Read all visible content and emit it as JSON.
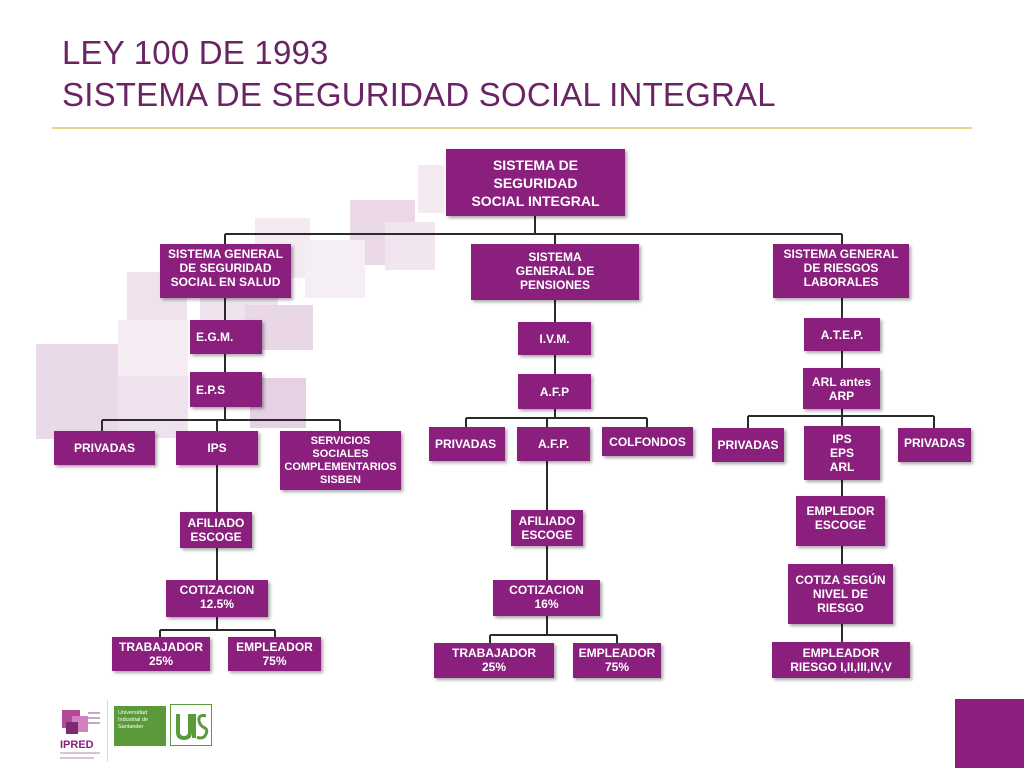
{
  "slide": {
    "title_line1": "LEY 100 DE 1993",
    "title_line2": "SISTEMA DE SEGURIDAD SOCIAL INTEGRAL"
  },
  "colors": {
    "accent": "#8a1f7e",
    "title": "#6a2464",
    "rule": "#e6d38b",
    "deco": "#e8d5e6"
  },
  "diagram": {
    "root": "SISTEMA DE\nSEGURIDAD\nSOCIAL INTEGRAL",
    "salud": {
      "header": "SISTEMA GENERAL\nDE SEGURIDAD\nSOCIAL EN SALUD",
      "egm": "E.G.M.",
      "eps": "E.P.S",
      "privadas": "PRIVADAS",
      "ips": "IPS",
      "servicios": "SERVICIOS\nSOCIALES\nCOMPLEMENTARIOS\nSISBEN",
      "afiliado": "AFILIADO\nESCOGE",
      "cotizacion": "COTIZACION\n12.5%",
      "trabajador": "TRABAJADOR\n25%",
      "empleador": "EMPLEADOR\n75%"
    },
    "pensiones": {
      "header": "SISTEMA\nGENERAL  DE\nPENSIONES",
      "ivm": "I.V.M.",
      "afp": "A.F.P",
      "privadas": "PRIVADAS",
      "afp2": "A.F.P.",
      "colfondos": "COLFONDOS",
      "afiliado": "AFILIADO\nESCOGE",
      "cotizacion": "COTIZACION\n16%",
      "trabajador": "TRABAJADOR\n25%",
      "empleador": "EMPLEADOR\n75%"
    },
    "riesgos": {
      "header": "SISTEMA GENERAL\nDE RIESGOS\nLABORALES",
      "atep": "A.T.E.P.",
      "arl": "ARL antes\nARP",
      "privadas_left": "PRIVADAS",
      "ips_eps_arl": "IPS\nEPS\nARL",
      "privadas_right": "PRIVADAS",
      "empleador_escoge": "EMPLEDOR\nESCOGE",
      "cotiza": "COTIZA SEGÚN\nNIVEL DE\nRIESGO",
      "empleador_riesgo": "EMPLEADOR\nRIESGO I,II,III,IV,V"
    }
  },
  "footer": {
    "ipred_label": "IPRED",
    "uis_text": "Universidad\nIndustrial de\nSantander"
  }
}
